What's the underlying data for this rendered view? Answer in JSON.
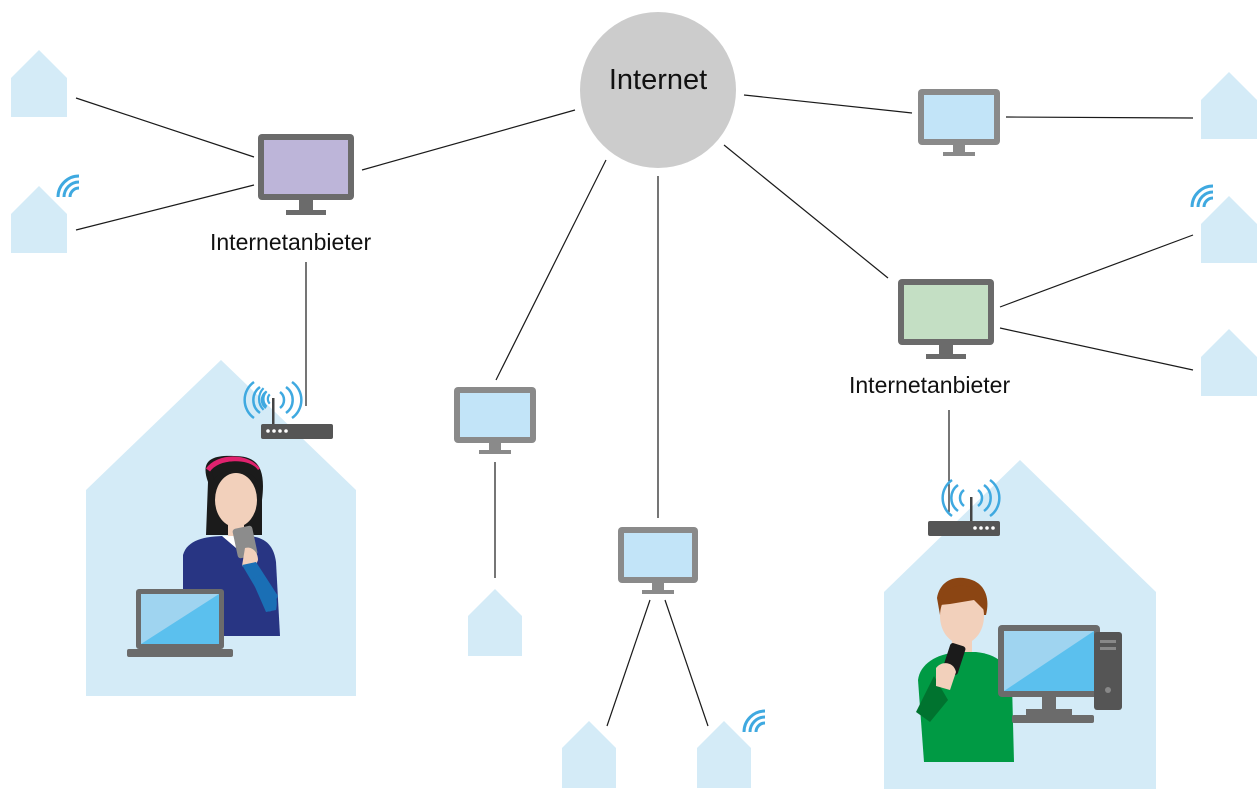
{
  "center_label": "Internet",
  "providers": [
    {
      "label": "Internetanbieter",
      "screen_color": "#bdb5d9"
    },
    {
      "label": "Internetanbieter",
      "screen_color": "#c4dfc4"
    }
  ],
  "colors": {
    "house": "#d4ebf7",
    "router_screen": "#c2e4f8",
    "device_frame": "#6b6b6b",
    "internet_bubble": "#cccccc",
    "wifi": "#3fa9e0",
    "line": "#1a1a1a"
  }
}
